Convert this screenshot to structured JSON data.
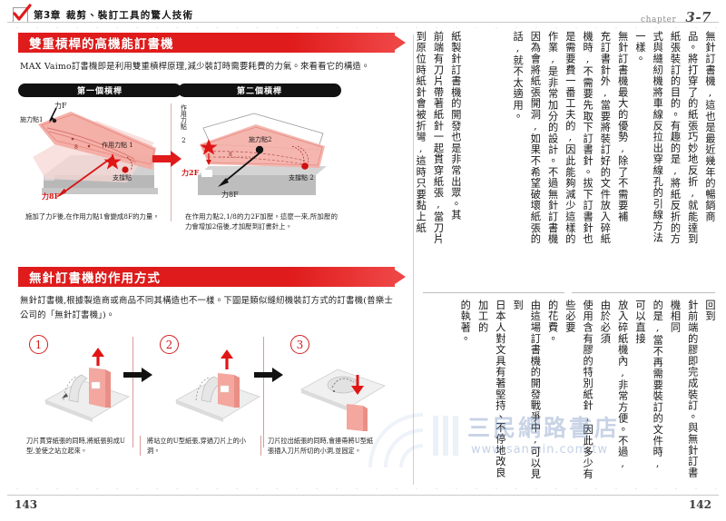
{
  "running_head": {
    "chapter_label": "第3章",
    "chapter_title": "裁剪、裝訂工具的驚人技術",
    "chapter_word": "chapter",
    "chapter_number": "3-7"
  },
  "left_page": {
    "page_number": "143",
    "section1": {
      "heading": "雙重槓桿的高機能訂書機",
      "intro": "MAX Vaimo訂書機即是利用雙重槓桿原理,減少裝訂時需要耗費的力氣。來看看它的構造。",
      "panels": [
        {
          "pill": "第一個槓桿",
          "labels": {
            "effort_point": "施力點1",
            "force_in": "力F",
            "load_point": "作用力點 1",
            "fulcrum": "支撐點",
            "force_out": "力8F",
            "ratio": "8"
          },
          "caption": "施加了力F後,在作用力點1會變成8F的力量。"
        },
        {
          "pill": "第二個槓桿",
          "labels": {
            "load_point": "作用力點 2",
            "force_in": "力2F",
            "effort_point": "施力點2",
            "fulcrum": "支撐點 2",
            "force_out": "力8F",
            "ratio": "8"
          },
          "caption": "在作用力點2,1/8的力2F加壓。這麼一來,所加壓的力會增加2倍後,才加壓到訂書針上。"
        }
      ]
    },
    "section2": {
      "heading": "無針訂書機的作用方式",
      "intro": "無針訂書機,根據製造商或商品不同其構造也不一樣。下圖是類似縫紉機裝訂方式的訂書機(普樂士公司的「無針訂書機」)。",
      "steps": [
        {
          "number": "①",
          "caption": "刀片貫穿紙張的同時,將紙張剪成U型,並使之站立起來。"
        },
        {
          "number": "②",
          "caption": "將站立的U型紙張,穿過刀片上的小洞。"
        },
        {
          "number": "③",
          "caption": "刀片拉出紙張的同時,會連帶將U型紙張插入刀片所切的小洞,並固定。"
        }
      ]
    }
  },
  "right_page": {
    "page_number": "142",
    "columns_top": [
      "無針訂書機,這也是最近幾年的暢銷商",
      "品。將打穿了的紙張巧妙地反折,就能達到",
      "紙張裝訂的目的。有趣的是,將紙反折的方",
      "式與縫紉機將車線反拉出穿線孔的引線方法",
      "一樣。",
      "無針訂書機最大的優勢,除了不需要補",
      "充訂書針外,當要將裝訂好的文件放入碎紙",
      "機時,不需要先取下訂書針。拔下訂書針也",
      "是需要費一番工夫的,因此能夠減少這樣的",
      "作業,是非常加分的設計。不過無針訂書機",
      "因為會將紙張開洞,如果不希望破壞紙張的",
      "話,就不太適用。"
    ],
    "columns_bottom": [
      "回到",
      "針前端的膠即完成裝訂。與無針訂書機相同",
      "的是,當不再需要裝訂的文件時,可以直接",
      "放入碎紙機內,非常方便。不過,由於必須",
      "使用含有膠的特別紙針,因此多少有些必要",
      "的花費。",
      "由這場訂書機的開發戰爭中,可以見到",
      "日本人對文具有著堅持、不停地改良加工的",
      "的執著。"
    ],
    "columns_bottom_full": [
      "紙製針訂書機的開發也是非常出眾。其",
      "前端有刀片帶著紙針一起貫穿紙張,當刀片",
      "到原位時紙針會被折彎,這時只要黏上紙"
    ]
  },
  "watermark": {
    "brand": "三民網路書店",
    "url": "www.sanmin.com.tw"
  },
  "colors": {
    "accent_red": "#e01b1b",
    "dark_red": "#cf2020",
    "rule_gray": "#c9c9c9"
  }
}
